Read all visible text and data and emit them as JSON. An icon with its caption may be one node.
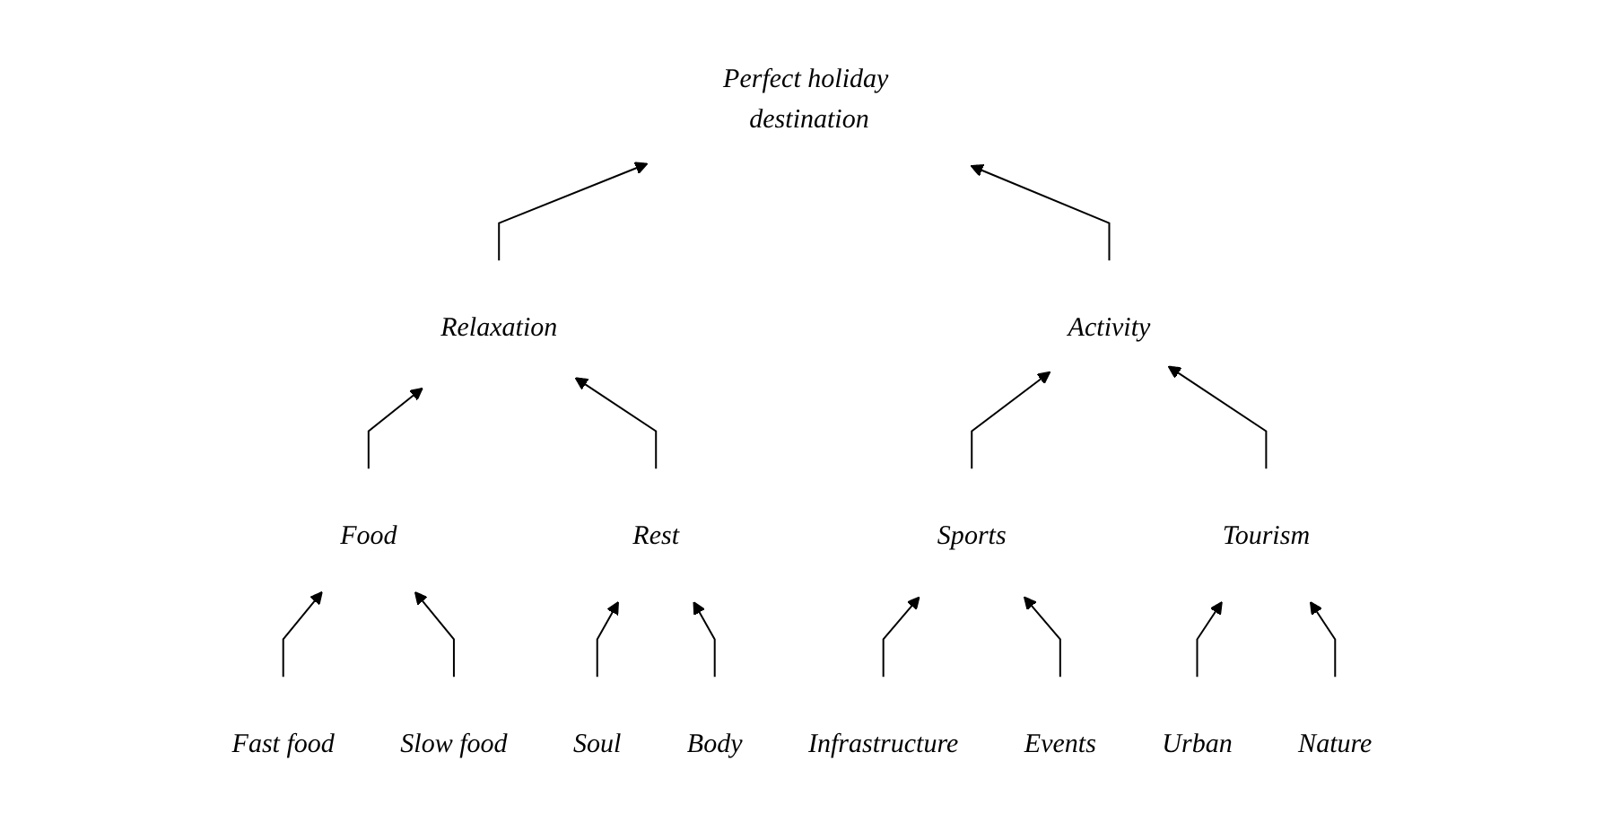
{
  "diagram": {
    "nodes": [
      {
        "text": [
          "Perfect holiday destination"
        ]
      },
      {
        "text": [
          "Relaxation"
        ]
      },
      {
        "text": [
          "Activity"
        ]
      },
      {
        "text": [
          "Food"
        ]
      },
      {
        "text": [
          "Rest"
        ]
      },
      {
        "text": [
          "Sports"
        ]
      },
      {
        "text": [
          "Tourism"
        ]
      },
      {
        "text": [
          "Fast food"
        ]
      },
      {
        "text": [
          "Slow food"
        ]
      },
      {
        "text": [
          "Soul"
        ]
      },
      {
        "text": [
          "Body"
        ]
      },
      {
        "text": [
          "Infrastructure"
        ]
      },
      {
        "text": [
          "Events"
        ]
      },
      {
        "text": [
          "Urban"
        ]
      },
      {
        "text": [
          "Nature"
        ]
      }
    ],
    "edges": [
      {
        "from": 1,
        "to": 0,
        "arrow": "to"
      },
      {
        "from": 2,
        "to": 0,
        "arrow": "to"
      },
      {
        "from": 3,
        "to": 1,
        "arrow": "to"
      },
      {
        "from": 4,
        "to": 1,
        "arrow": "to"
      },
      {
        "from": 5,
        "to": 2,
        "arrow": "to"
      },
      {
        "from": 6,
        "to": 2,
        "arrow": "to"
      },
      {
        "from": 7,
        "to": 3,
        "arrow": "to"
      },
      {
        "from": 8,
        "to": 3,
        "arrow": "to"
      },
      {
        "from": 9,
        "to": 4,
        "arrow": "to"
      },
      {
        "from": 10,
        "to": 4,
        "arrow": "to"
      },
      {
        "from": 11,
        "to": 5,
        "arrow": "to"
      },
      {
        "from": 12,
        "to": 5,
        "arrow": "to"
      },
      {
        "from": 13,
        "to": 6,
        "arrow": "to"
      },
      {
        "from": 14,
        "to": 6,
        "arrow": "to"
      }
    ]
  }
}
